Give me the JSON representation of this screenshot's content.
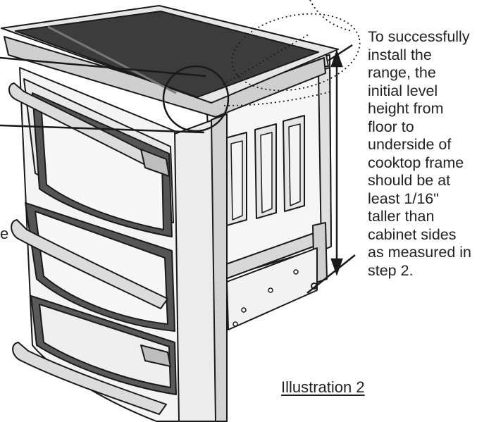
{
  "note": {
    "lines": [
      "To successfully",
      "install the",
      "range, the",
      "initial level",
      "height from",
      "floor to",
      "underside of",
      "cooktop frame",
      "should be at",
      "least 1/16\"",
      "taller than",
      "cabinet sides",
      "as measured in",
      "step 2."
    ]
  },
  "caption": "Illustration 2",
  "cut_off_letter": "e",
  "colors": {
    "cooktop": "#3c3c3c",
    "outline": "#1a1a1a",
    "body": "#f4f4f4",
    "shade": "#cfcfcf",
    "dark_shade": "#9a9a9a"
  }
}
